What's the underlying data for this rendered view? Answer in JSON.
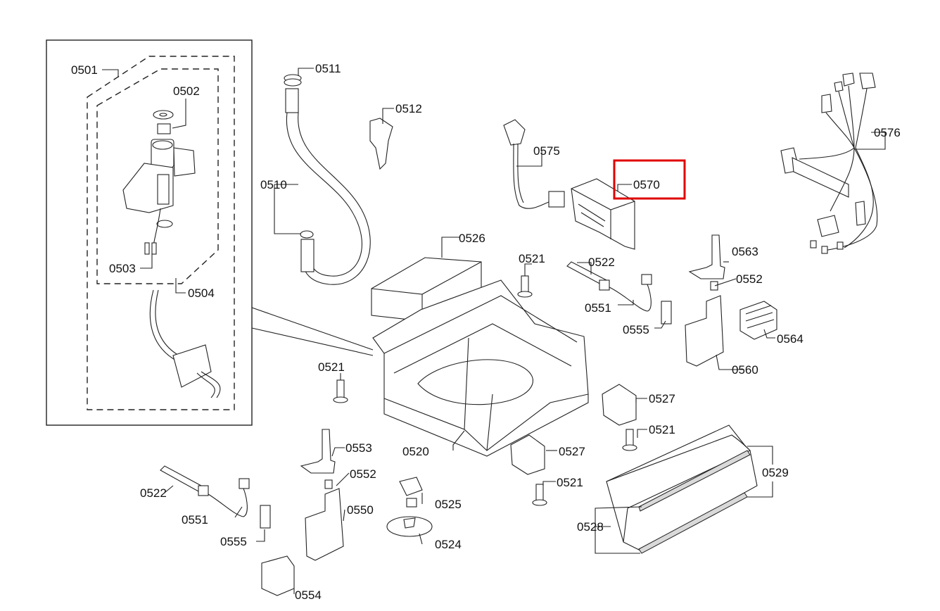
{
  "labels": {
    "p0501": "0501",
    "p0502": "0502",
    "p0503": "0503",
    "p0504": "0504",
    "p0510": "0510",
    "p0511": "0511",
    "p0512": "0512",
    "p0520": "0520",
    "p0521a": "0521",
    "p0521b": "0521",
    "p0521c": "0521",
    "p0521d": "0521",
    "p0522a": "0522",
    "p0522b": "0522",
    "p0524": "0524",
    "p0525": "0525",
    "p0526": "0526",
    "p0527a": "0527",
    "p0527b": "0527",
    "p0528": "0528",
    "p0529": "0529",
    "p0550": "0550",
    "p0551a": "0551",
    "p0551b": "0551",
    "p0552a": "0552",
    "p0552b": "0552",
    "p0553": "0553",
    "p0554": "0554",
    "p0555a": "0555",
    "p0555b": "0555",
    "p0560": "0560",
    "p0563": "0563",
    "p0564": "0564",
    "p0570": "0570",
    "p0575": "0575",
    "p0576": "0576"
  },
  "highlight": {
    "part": "0570",
    "color": "#e00000"
  }
}
